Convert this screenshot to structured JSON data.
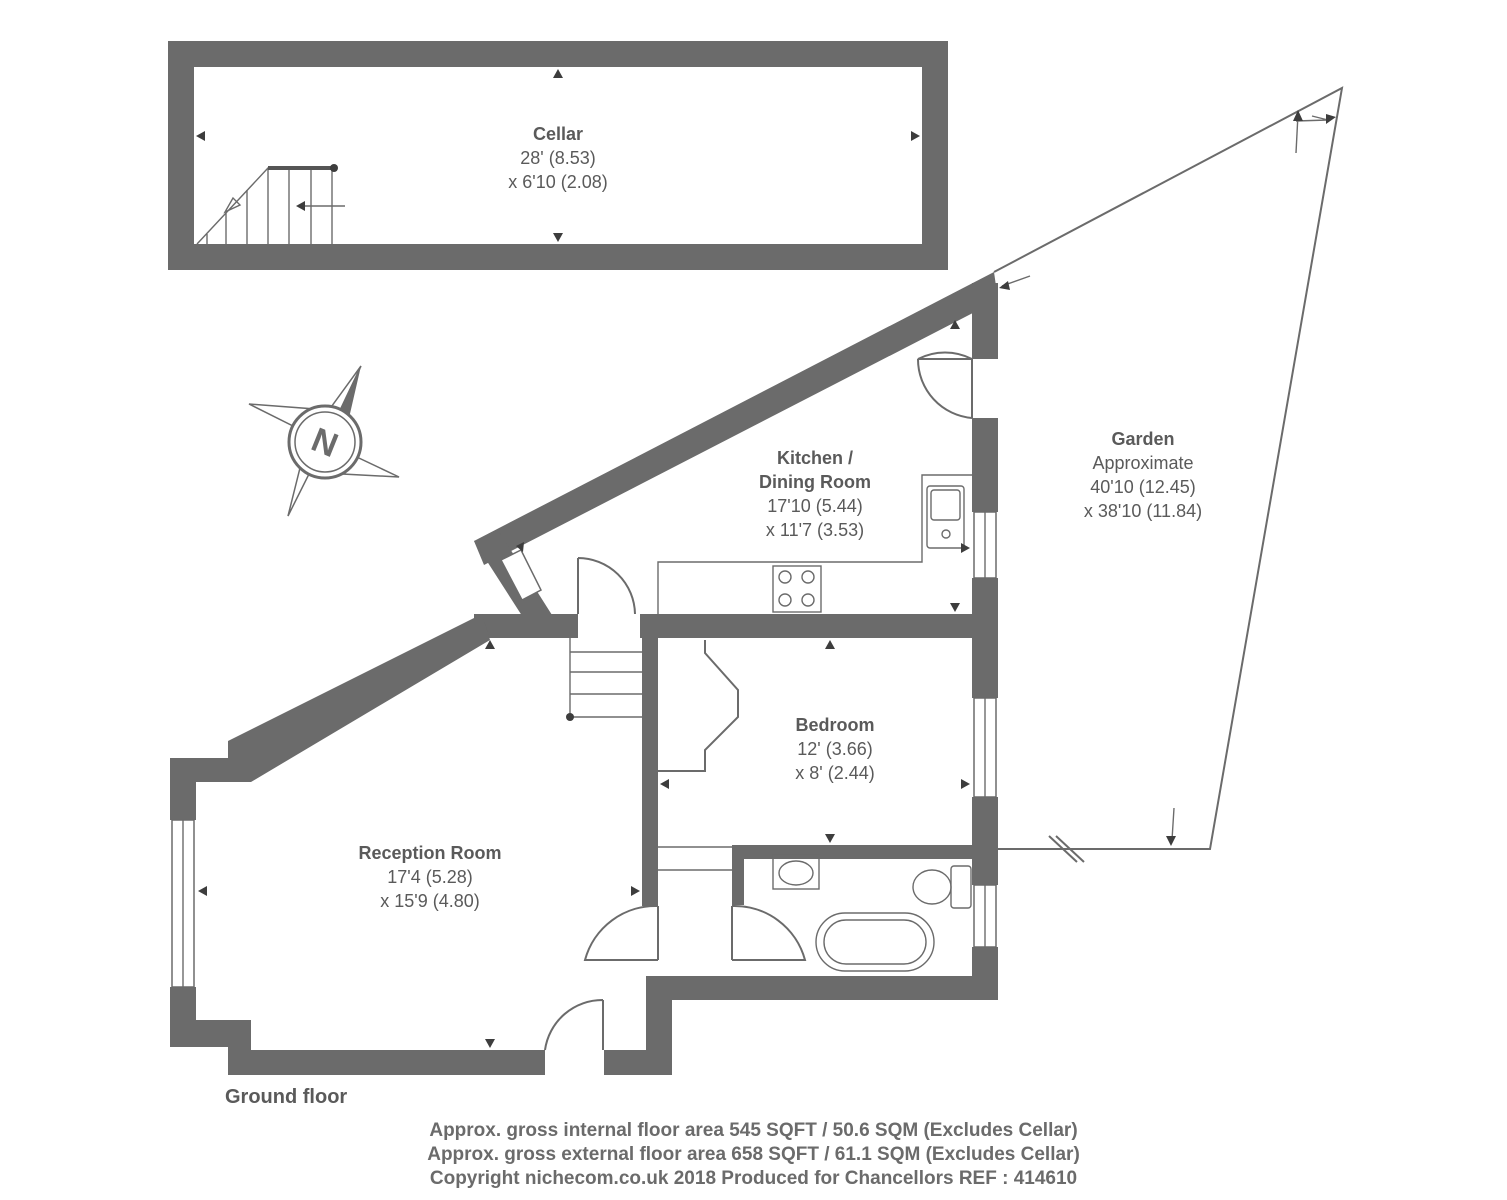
{
  "rooms": {
    "cellar": {
      "name": "Cellar",
      "dim1": "28' (8.53)",
      "dim2": "x 6'10 (2.08)"
    },
    "kitchen": {
      "name1": "Kitchen /",
      "name2": "Dining Room",
      "dim1": "17'10 (5.44)",
      "dim2": "x 11'7 (3.53)"
    },
    "garden": {
      "name": "Garden",
      "note": "Approximate",
      "dim1": "40'10 (12.45)",
      "dim2": "x 38'10 (11.84)"
    },
    "bedroom": {
      "name": "Bedroom",
      "dim1": "12' (3.66)",
      "dim2": "x 8' (2.44)"
    },
    "reception": {
      "name": "Reception Room",
      "dim1": "17'4 (5.28)",
      "dim2": "x 15'9 (4.80)"
    }
  },
  "compass": {
    "letter": "N"
  },
  "floor_label": "Ground floor",
  "footer": {
    "line1": "Approx. gross internal floor area 545 SQFT / 50.6 SQM (Excludes Cellar)",
    "line2": "Approx. gross external floor area 658 SQFT / 61.1 SQM (Excludes Cellar)",
    "line3": "Copyright nichecom.co.uk 2018 Produced for Chancellors REF : 414610"
  },
  "colors": {
    "wall": "#6b6b6b",
    "text": "#5a5a5a"
  }
}
